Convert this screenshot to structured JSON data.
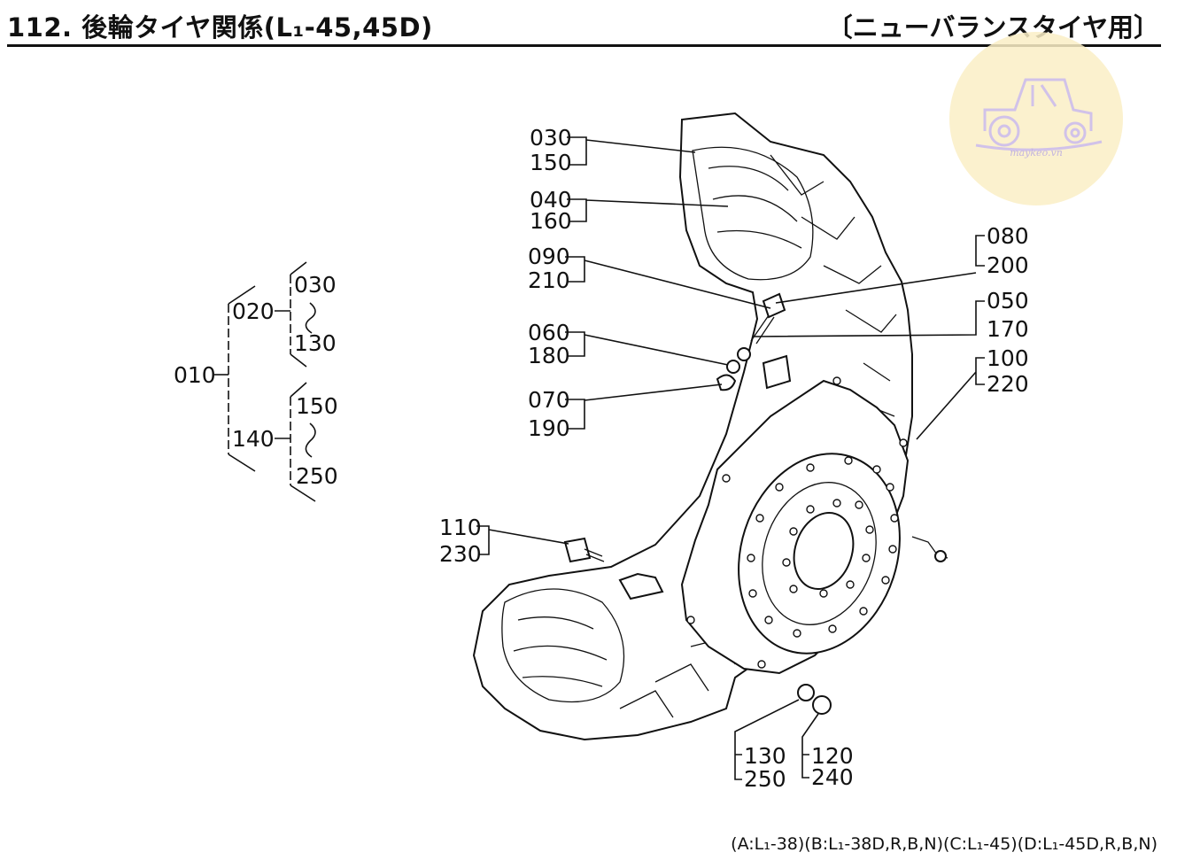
{
  "header": {
    "title": "112. 後輪タイヤ関係(L₁-45,45D)",
    "subtitle": "〔ニューバランスタイヤ用〕"
  },
  "tree": {
    "root": "010",
    "branch_a": "020",
    "branch_a_top": "030",
    "branch_a_bottom": "130",
    "branch_b": "140",
    "branch_b_top": "150",
    "branch_b_bottom": "250",
    "range_mark": "⟆"
  },
  "callouts": {
    "c030": "030",
    "c150": "150",
    "c040": "040",
    "c160": "160",
    "c090": "090",
    "c210": "210",
    "c060": "060",
    "c180": "180",
    "c070": "070",
    "c190": "190",
    "c080": "080",
    "c200": "200",
    "c050": "050",
    "c170": "170",
    "c100": "100",
    "c220": "220",
    "c110": "110",
    "c230": "230",
    "c130": "130",
    "c250": "250",
    "c120": "120",
    "c240": "240"
  },
  "footer": {
    "models": "(A:L₁-38)(B:L₁-38D,R,B,N)(C:L₁-45)(D:L₁-45D,R,B,N)"
  },
  "watermark": {
    "icon": "tractor-logo-icon",
    "site": "maykeo.vn",
    "color": "#fbefc6"
  }
}
